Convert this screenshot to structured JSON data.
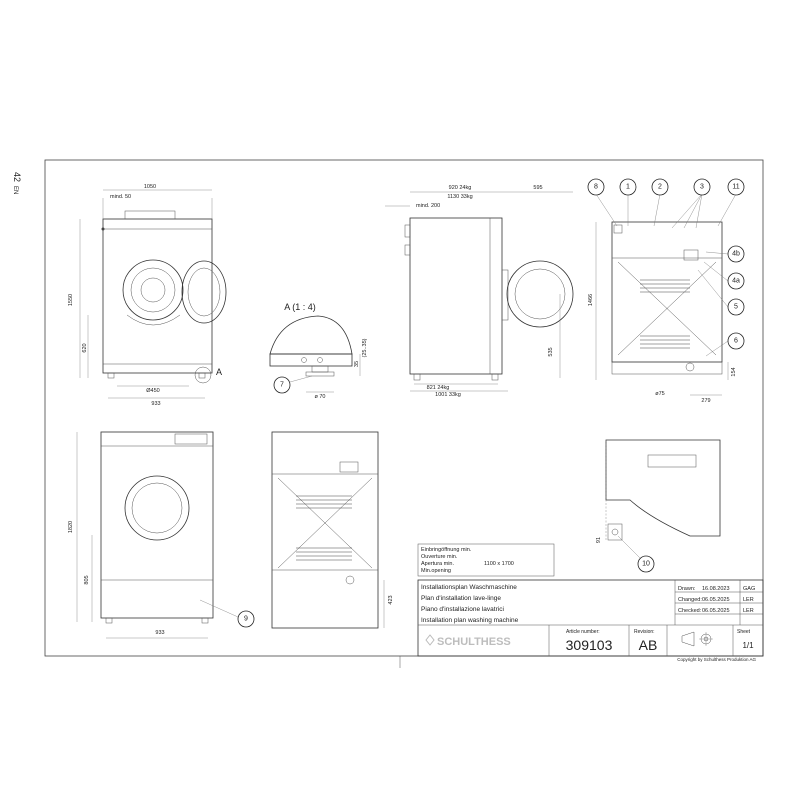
{
  "page_marks": {
    "page_number": "42",
    "lang": "EN"
  },
  "dimensions": {
    "front_width": "1050",
    "min_50": "mind. 50",
    "height_1550": "1550",
    "height_620": "620",
    "width_933": "933",
    "diam_450": "Ø450",
    "side_920": "920   24kg",
    "side_1130": "1130   33kg",
    "side_595": "595",
    "min_200": "mind. 200",
    "side_535": "535",
    "side_821": "821   24kg",
    "side_1001": "1001   33kg",
    "rear_1466": "1466",
    "rear_154": "154",
    "rear_e75": "ø75",
    "rear_279": "279",
    "detail_35": "35",
    "detail_range": "(25..35)",
    "detail_70": "ø 70",
    "front2_1820": "1820",
    "front2_805": "805",
    "front2_933": "933",
    "rear2_423": "423",
    "top_91": "91"
  },
  "detail_title": "A (1 : 4)",
  "marker_a": "A",
  "callouts": {
    "c1": "1",
    "c2": "2",
    "c3": "3",
    "c4a": "4a",
    "c4b": "4b",
    "c5": "5",
    "c6": "6",
    "c7": "7",
    "c8": "8",
    "c9": "9",
    "c10": "10",
    "c11": "11"
  },
  "opening_box": {
    "l1": "Einbringöffnung min.",
    "l2": "Ouverture min.",
    "l3": "Apertura min.",
    "size": "1100 x 1700",
    "l4": "Min.opening"
  },
  "title_block": {
    "plan_de": "Installationsplan Waschmaschine",
    "plan_fr": "Plan d'installation lave-linge",
    "plan_it": "Piano d'installazione lavatrici",
    "plan_en": "Installation plan washing machine",
    "logo": "SCHULTHESS",
    "article_label": "Article number:",
    "article_number": "309103",
    "revision_label": "Revision:",
    "revision": "AB",
    "sheet_label": "Sheet",
    "sheet": "1/1",
    "drawn_label": "Drawn:",
    "drawn_date": "16.08.2023",
    "drawn_by": "GAG",
    "changed_label": "Changed:",
    "changed_date": "06.05.2025",
    "changed_by": "LER",
    "checked_label": "Checked:",
    "checked_date": "06.05.2025",
    "checked_by": "LER",
    "copyright": "Copyright by Schulthess Produktion AG"
  }
}
